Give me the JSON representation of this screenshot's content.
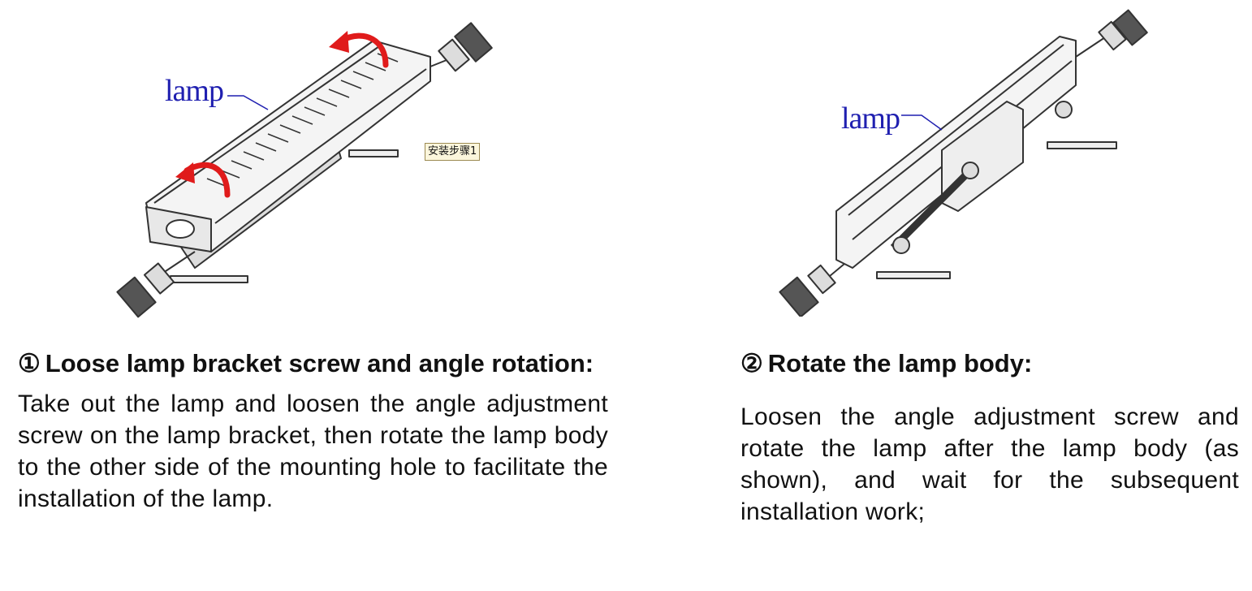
{
  "figure1": {
    "lamp_label": "lamp",
    "tooltip": "安装步骤1"
  },
  "figure2": {
    "lamp_label": "lamp"
  },
  "step1": {
    "number": "①",
    "heading": "Loose lamp bracket screw and angle rotation:",
    "body": "Take out the lamp and loosen the angle adjustment screw on the lamp bracket, then rotate the lamp body to the other side of the mounting hole to facilitate the installation of the lamp."
  },
  "step2": {
    "number": "②",
    "heading": "Rotate the lamp body:",
    "body": "Loosen the angle adjustment screw and rotate the lamp after the lamp body (as shown), and wait for the subsequent installation work;"
  },
  "colors": {
    "text": "#111111",
    "label_blue": "#1f1fb0",
    "arrow_red": "#e01b1b",
    "line_art": "#333333"
  }
}
